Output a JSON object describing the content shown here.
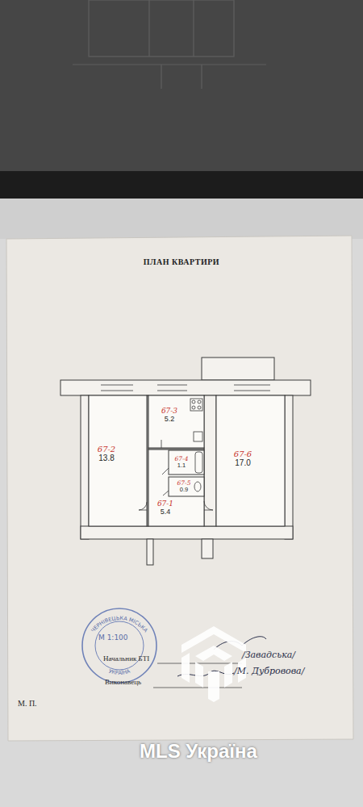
{
  "diagram": {
    "title": "ПЛАН КВАРТИРИ",
    "nodes": [
      {
        "text": [
          "67-3",
          "5.2"
        ]
      },
      {
        "text": [
          "67-2",
          "13.8"
        ]
      },
      {
        "text": [
          "67-6",
          "17.0"
        ]
      },
      {
        "text": [
          "67-4",
          "1.1"
        ]
      },
      {
        "text": [
          "67-5",
          "0.9"
        ]
      },
      {
        "text": [
          "67-1",
          "5.4"
        ]
      }
    ],
    "labels": [
      "ЧЕРНІВЕЦЬКА МІСЬКА",
      "УКРАЇНА",
      "М 1:100",
      "Начальник БТІ",
      "/Завадська/",
      "Виконавець",
      "/М. Дубровова/",
      "М. П.",
      "MLS Україна"
    ]
  }
}
